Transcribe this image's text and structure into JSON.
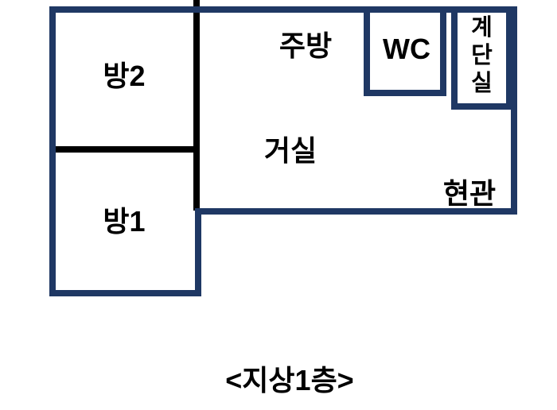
{
  "colors": {
    "outer_wall_navy": "#1f3864",
    "inner_wall_black": "#000000",
    "background": "#ffffff",
    "label_text": "#000000"
  },
  "floorplan": {
    "labels": {
      "room2": "방2",
      "room1": "방1",
      "kitchen": "주방",
      "wc": "WC",
      "stairwell": "계단실",
      "stairwell_chars": [
        "계",
        "단",
        "실"
      ],
      "living": "거실",
      "entrance": "현관"
    },
    "caption": "<지상1층>"
  }
}
